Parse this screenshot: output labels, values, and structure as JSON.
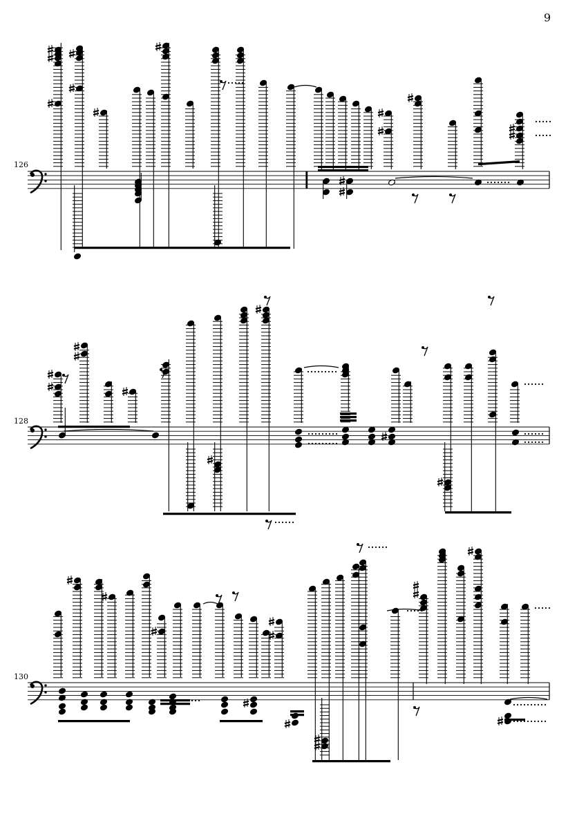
{
  "page": {
    "number": "9"
  },
  "systems": [
    {
      "measure_number": "126",
      "clef": "bass"
    },
    {
      "measure_number": "128",
      "clef": "bass"
    },
    {
      "measure_number": "130",
      "clef": "bass"
    }
  ],
  "icons": {
    "clef": "bass-clef-icon"
  },
  "colors": {
    "ink": "#000000",
    "paper": "#ffffff"
  }
}
